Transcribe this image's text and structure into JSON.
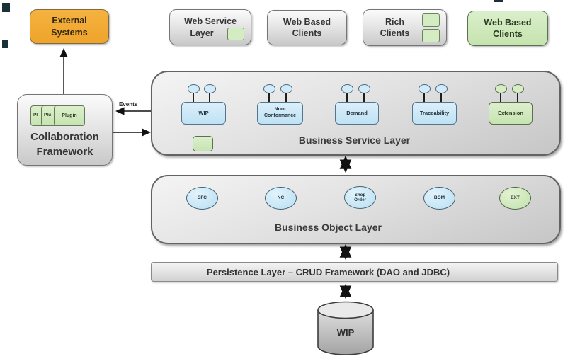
{
  "colors": {
    "orange": "#F1A634",
    "light_green": "#CEE8BC",
    "light_blue": "#C6E6F7",
    "layer_gray_light": "#F3F3F3",
    "layer_gray_dark": "#C7C7C7",
    "border_gray": "#6E6E6E",
    "arrow_black": "#111111"
  },
  "external_systems": {
    "line1": "External",
    "line2": "Systems"
  },
  "top_boxes": [
    {
      "line1": "Web Service",
      "line2": "Layer"
    },
    {
      "line1": "Web Based",
      "line2": "Clients"
    },
    {
      "line1": "Rich",
      "line2": "Clients"
    },
    {
      "line1": "Web Based",
      "line2": "Clients"
    }
  ],
  "collaboration": {
    "line1": "Collaboration",
    "line2": "Framework",
    "plugins": [
      "Pl",
      "Plu",
      "Plugin"
    ]
  },
  "events_label": "Events",
  "business_service_layer": {
    "title": "Business Service Layer",
    "components": [
      {
        "label": "WIP"
      },
      {
        "line1": "Non-",
        "line2": "Conformance"
      },
      {
        "label": "Demand"
      },
      {
        "label": "Traceability"
      },
      {
        "label": "Extension"
      }
    ]
  },
  "business_object_layer": {
    "title": "Business Object Layer",
    "objects": [
      {
        "label": "SFC"
      },
      {
        "label": "NC"
      },
      {
        "line1": "Shop",
        "line2": "Order"
      },
      {
        "label": "BOM"
      },
      {
        "label": "EXT"
      }
    ]
  },
  "persistence_layer": {
    "title": "Persistence Layer – CRUD Framework (DAO and JDBC)"
  },
  "database": {
    "label": "WIP"
  }
}
